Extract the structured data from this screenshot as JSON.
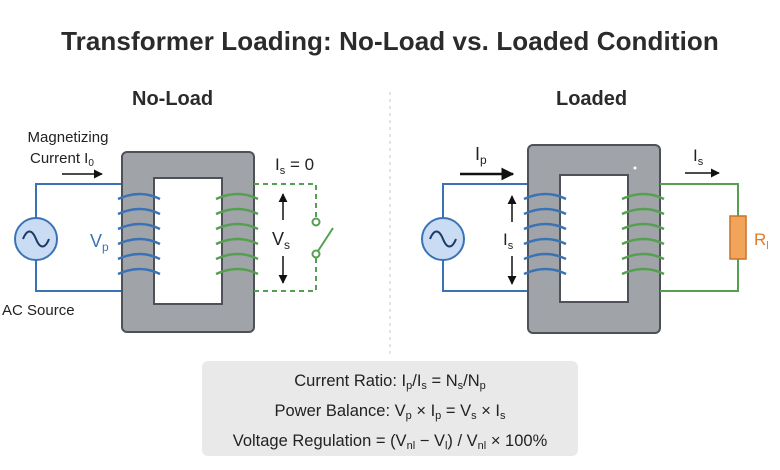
{
  "title": "Transformer Loading: No-Load vs. Loaded Condition",
  "colors": {
    "wire_blue": "#3a73b5",
    "wire_green": "#55a050",
    "core_fill": "#a0a3a8",
    "core_border": "#4e5258",
    "core_window": "#ffffff",
    "source_fill": "#c9dcf3",
    "resistor_fill": "#f2a55a",
    "resistor_label": "#e07d2c",
    "formula_bg": "#e9e9e9"
  },
  "no_load": {
    "heading": "No-Load",
    "magnetizing_line1": "Magnetizing",
    "magnetizing_line2_main": "Current I",
    "magnetizing_line2_sub": "0",
    "source_label": "AC Source",
    "vp_main": "V",
    "vp_sub": "p",
    "is_main": "I",
    "is_sub": "s",
    "is_value": " = 0",
    "vs_main": "V",
    "vs_sub": "s",
    "icons": [
      "ac-source-icon",
      "primary-coil-icon",
      "secondary-coil-icon",
      "open-switch-icon",
      "transformer-core-icon"
    ]
  },
  "loaded": {
    "heading": "Loaded",
    "ip_main": "I",
    "ip_sub": "p",
    "is_main": "I",
    "is_sub": "s",
    "is_left_main": "I",
    "is_left_sub": "s",
    "rl_main": "R",
    "rl_sub": "l",
    "icons": [
      "ac-source-icon",
      "primary-coil-icon",
      "secondary-coil-icon",
      "load-resistor-icon",
      "transformer-core-icon"
    ]
  },
  "formulas": {
    "current_ratio": {
      "label": "Current Ratio: I",
      "s1": "p",
      "t1": "/I",
      "s2": "s",
      "t2": " = N",
      "s3": "s",
      "t3": "/N",
      "s4": "p"
    },
    "power_balance": {
      "label": "Power Balance: V",
      "s1": "p",
      "t1": " × I",
      "s2": "p",
      "t2": " = V",
      "s3": "s",
      "t3": " × I",
      "s4": "s"
    },
    "voltage_regulation": {
      "label": "Voltage Regulation = (V",
      "s1": "nl",
      "t1": " − V",
      "s2": "l",
      "t2": ") / V",
      "s3": "nl",
      "t3": " × 100%"
    }
  }
}
